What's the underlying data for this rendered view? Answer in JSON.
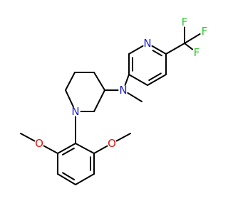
{
  "structure": {
    "colors": {
      "bond": "#000000",
      "nitrogen": "#1f1fcc",
      "oxygen": "#e0140a",
      "fluorine": "#33cc33",
      "background": "#ffffff"
    },
    "atom_labels": {
      "pyridine_n": "N",
      "amine_n": "N",
      "piperidine_n": "N",
      "methoxy_o_left": "O",
      "methoxy_o_right": "O",
      "f_top": "F",
      "f_right": "F",
      "f_bottom": "F"
    }
  }
}
